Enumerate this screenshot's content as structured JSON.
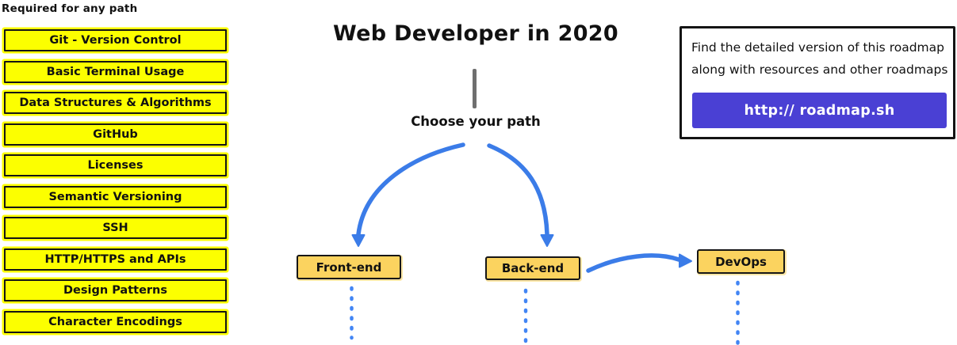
{
  "left_column": {
    "heading": "Required for any path",
    "items": [
      "Git - Version Control",
      "Basic Terminal Usage",
      "Data Structures & Algorithms",
      "GitHub",
      "Licenses",
      "Semantic Versioning",
      "SSH",
      "HTTP/HTTPS and APIs",
      "Design Patterns",
      "Character Encodings"
    ]
  },
  "header": {
    "title": "Web Developer in 2020",
    "prompt": "Choose your path"
  },
  "paths": {
    "front_end": "Front-end",
    "back_end": "Back-end",
    "devops": "DevOps"
  },
  "info_box": {
    "line1": "Find the detailed version of this roadmap",
    "line2": "along with resources and other roadmaps",
    "button_label": "http:// roadmap.sh"
  },
  "colors": {
    "yellow_fill": "#FCFF00",
    "node_fill": "#FBD35F",
    "button_purple": "#4A40D4",
    "arrow_blue": "#3B7CE8",
    "dot_blue": "#4285F4",
    "connector_gray": "#6F6F6F"
  }
}
